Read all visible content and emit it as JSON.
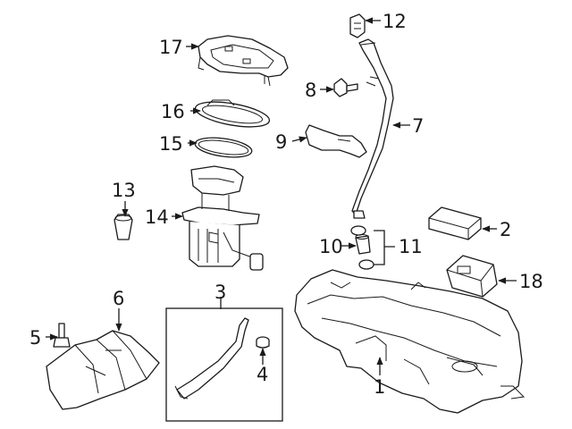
{
  "callouts": [
    {
      "id": "c1",
      "text": "1"
    },
    {
      "id": "c2",
      "text": "2"
    },
    {
      "id": "c3",
      "text": "3"
    },
    {
      "id": "c4",
      "text": "4"
    },
    {
      "id": "c5",
      "text": "5"
    },
    {
      "id": "c6",
      "text": "6"
    },
    {
      "id": "c7",
      "text": "7"
    },
    {
      "id": "c8",
      "text": "8"
    },
    {
      "id": "c9",
      "text": "9"
    },
    {
      "id": "c10",
      "text": "10"
    },
    {
      "id": "c11",
      "text": "11"
    },
    {
      "id": "c12",
      "text": "12"
    },
    {
      "id": "c13",
      "text": "13"
    },
    {
      "id": "c14",
      "text": "14"
    },
    {
      "id": "c15",
      "text": "15"
    },
    {
      "id": "c16",
      "text": "16"
    },
    {
      "id": "c17",
      "text": "17"
    },
    {
      "id": "c18",
      "text": "18"
    }
  ],
  "colors": {
    "line": "#1a1a1a",
    "background": "#ffffff"
  }
}
